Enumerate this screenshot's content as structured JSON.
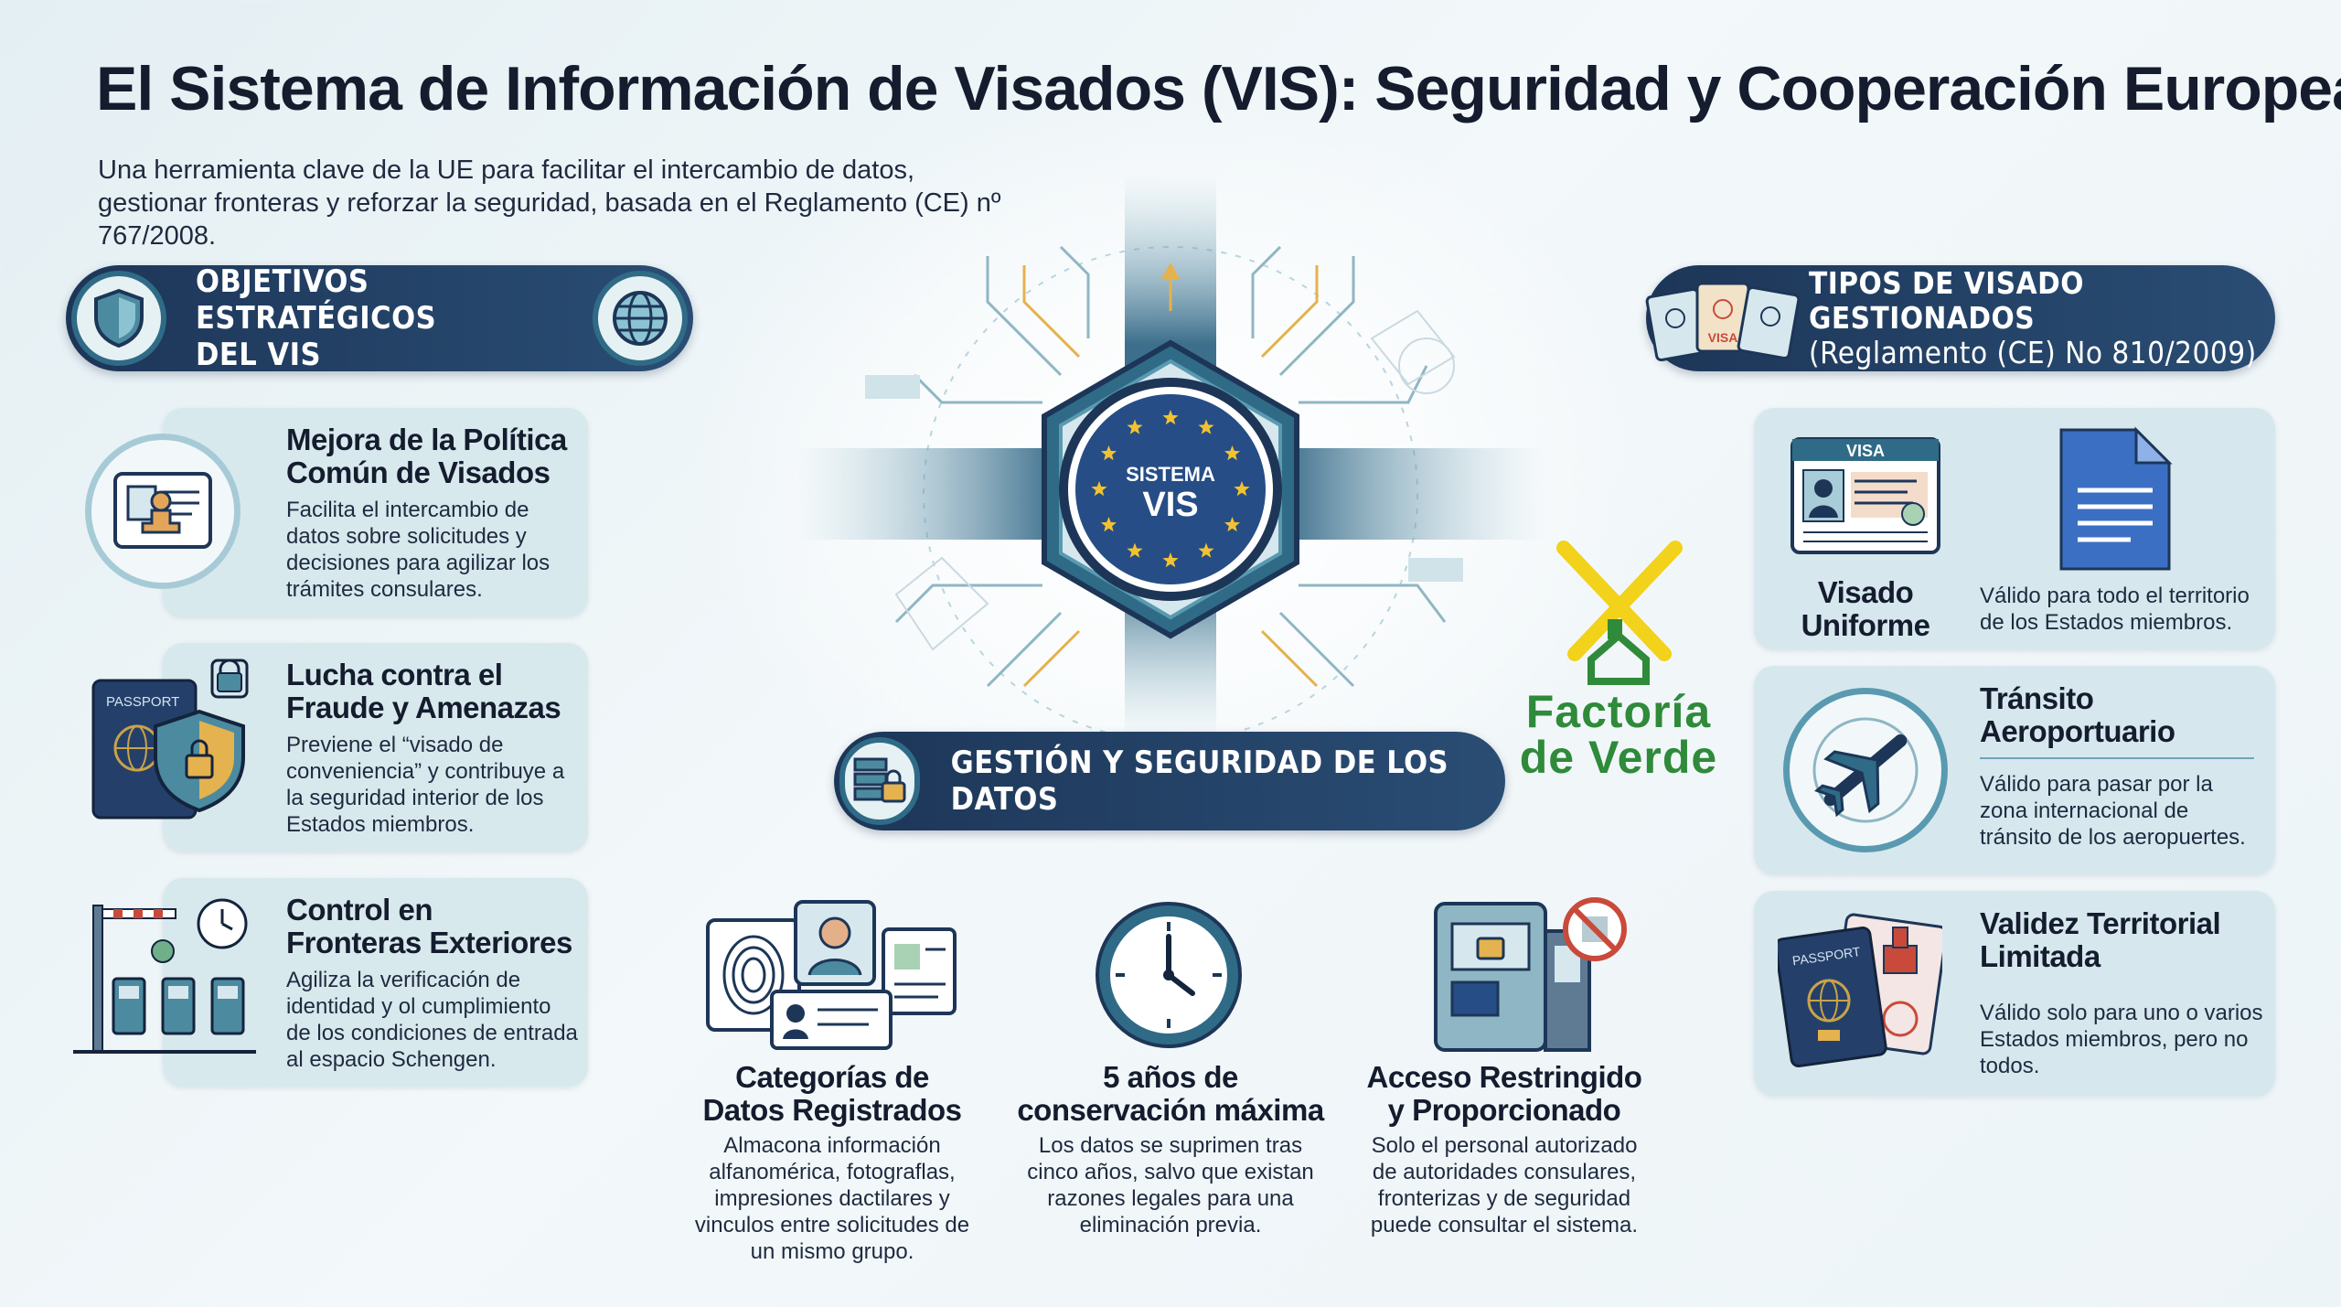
{
  "header": {
    "title": "El Sistema de Información de Visados (VIS): Seguridad y Cooperación Europea",
    "subtitle": "Una herramienta clave de la UE para facilitar el intercambio de datos, gestionar fronteras y reforzar la seguridad, basada en el Reglamento (CE) nº 767/2008."
  },
  "objectives": {
    "heading_line1": "OBJETIVOS ESTRATÉGICOS",
    "heading_line2": "DEL VIS",
    "items": [
      {
        "title_line1": "Mejora de la Política",
        "title_line2": "Común de Visados",
        "description": "Facilita el intercambio de datos sobre solicitudes y decisiones para agilizar los trámites consulares.",
        "icon": "stamp-document-icon"
      },
      {
        "title_line1": "Lucha contra el",
        "title_line2": "Fraude y Amenazas",
        "description": "Previene el “visado de conveniencia” y contribuye a la seguridad interior de los Estados miembros.",
        "icon": "passport-shield-icon",
        "icon_label": "PASSPORT"
      },
      {
        "title_line1": "Control en",
        "title_line2": "Fronteras Exteriores",
        "description": "Agiliza la verificación de identidad y ol cumplimiento de los condiciones de entrada al espacio Schengen.",
        "icon": "border-gate-icon"
      }
    ]
  },
  "center": {
    "badge_line1": "SISTEMA",
    "badge_line2": "VIS",
    "data_heading": "GESTIÓN Y SEGURIDAD DE LOS DATOS"
  },
  "data_columns": [
    {
      "title_line1": "Categorías de",
      "title_line2": "Datos Registrados",
      "description": "Almacona información alfanomérica, fotograflas, impresiones dactilares y vinculos entre solicitudes de un mismo grupo.",
      "icon": "fingerprint-id-icon"
    },
    {
      "title_line1": "5 años de",
      "title_line2": "conservación máxima",
      "description": "Los datos se suprimen tras cinco años, salvo que existan razones legales para una eliminación previa.",
      "icon": "clock-icon"
    },
    {
      "title_line1": "Acceso Restringido",
      "title_line2": "y Proporcionado",
      "description": "Solo el personal autorizado de autoridades consulares, fronterizas y de seguridad puede consultar el sistema.",
      "icon": "restricted-terminal-icon"
    }
  ],
  "visa_types": {
    "heading_line1": "TIPOS DE VISADO GESTIONADOS",
    "heading_line2": "(Reglamento (CE) No 810/2009)",
    "icon_label": "VISA",
    "items": [
      {
        "title_line1": "Visado",
        "title_line2": "Uniforme",
        "description": "Válido para todo el territorio de los Estados miembros.",
        "icon_label": "VISA"
      },
      {
        "title_line1": "Tránsito",
        "title_line2": "Aeroportuario",
        "description": "Válido para pasar por la zona internacional de tránsito de los aeropuertes."
      },
      {
        "title_line1": "Validez Territorial",
        "title_line2": "Limitada",
        "description": "Válido solo para uno o varios Estados miembros, pero no todos.",
        "icon_label": "PASSPORT"
      }
    ]
  },
  "logo": {
    "line1": "Factoría",
    "line2": "de Verde"
  },
  "colors": {
    "navy": "#1d3658",
    "teal": "#2f6b86",
    "card": "#d8e9ee",
    "logo_green": "#2f8a3a",
    "logo_yellow": "#f2d21a"
  }
}
